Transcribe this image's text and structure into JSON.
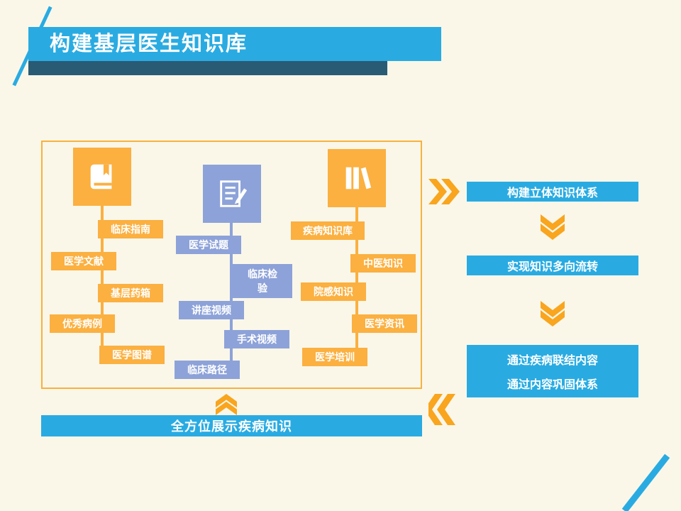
{
  "slide": {
    "title": "构建基层医生知识库"
  },
  "diagram": {
    "columns": [
      {
        "icon": "notebook-icon",
        "items": [
          "临床指南",
          "医学文献",
          "基层药箱",
          "优秀病例",
          "医学图谱"
        ]
      },
      {
        "icon": "exam-paper-icon",
        "items": [
          "医学试题",
          "临床检验",
          "讲座视频",
          "手术视频",
          "临床路径"
        ]
      },
      {
        "icon": "bookshelf-icon",
        "items": [
          "疾病知识库",
          "中医知识",
          "院感知识",
          "医学资讯",
          "医学培训"
        ]
      }
    ]
  },
  "flow": {
    "steps": [
      "构建立体知识体系",
      "实现知识多向流转"
    ],
    "final_step_lines": [
      "通过疾病联结内容",
      "通过内容巩固体系"
    ]
  },
  "footer": {
    "banner": "全方位展示疾病知识"
  },
  "colors": {
    "background": "#FAF7E9",
    "accent_cyan": "#29ABE2",
    "dark_blue": "#2A5B74",
    "accent_orange": "#FBB040",
    "chevron_orange": "#F9A51E",
    "accent_blue_gray": "#8DA2D8"
  }
}
